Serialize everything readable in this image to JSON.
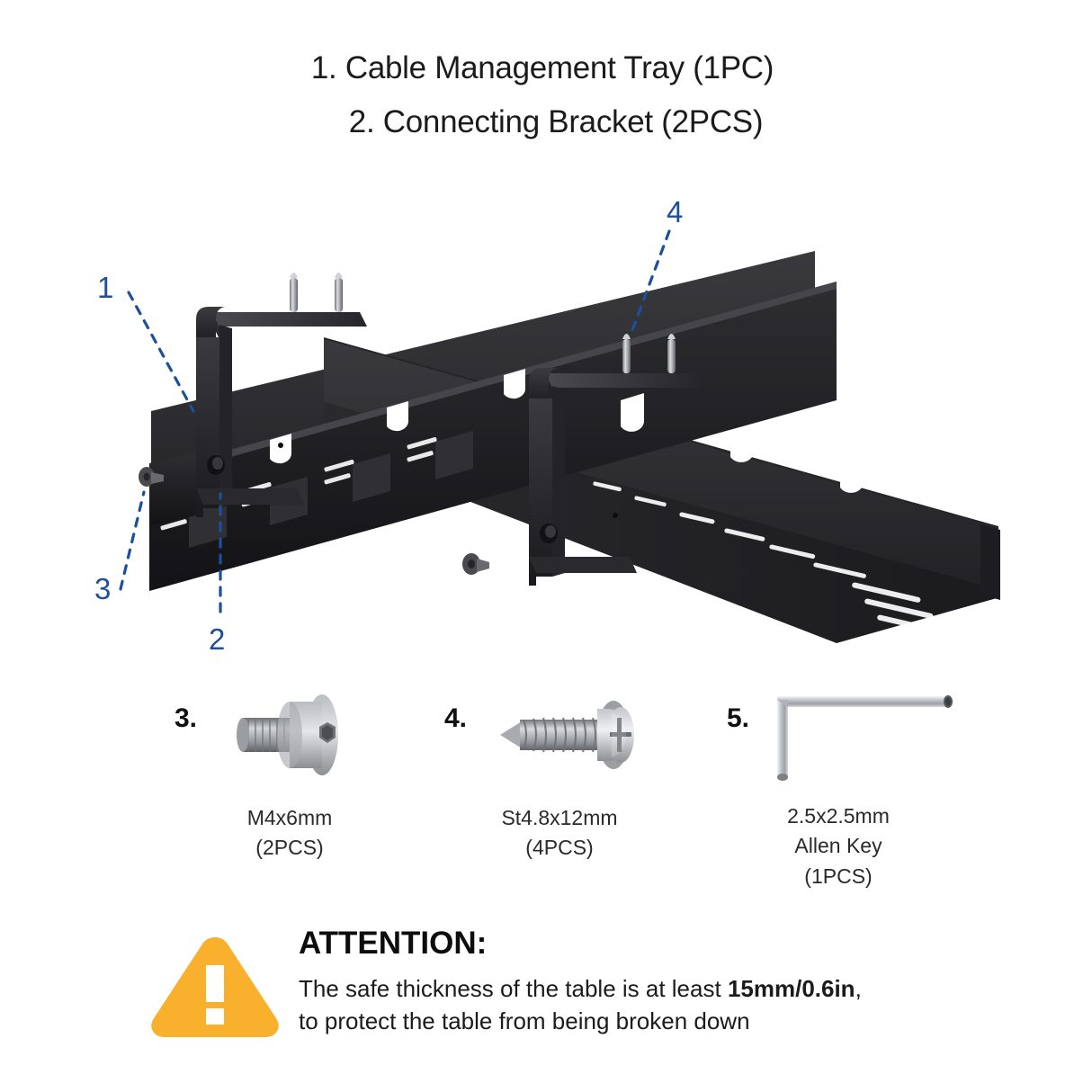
{
  "titles": {
    "line1": "1. Cable Management Tray (1PC)",
    "line2": "2. Connecting Bracket (2PCS)"
  },
  "diagram": {
    "name": "exploded-assembly-diagram",
    "callouts": [
      {
        "id": "1",
        "label": "1",
        "target": "cable-management-tray"
      },
      {
        "id": "2",
        "label": "2",
        "target": "connecting-bracket"
      },
      {
        "id": "3",
        "label": "3",
        "target": "m4x6mm-bolt"
      },
      {
        "id": "4",
        "label": "4",
        "target": "st4.8x12mm-screw"
      }
    ],
    "colors": {
      "callout_blue": "#1c4f9c",
      "metal_black": "#2b2b2d",
      "metal_black_dark": "#17171a",
      "metal_silver": "#b9bcc0"
    }
  },
  "parts": [
    {
      "index": "3.",
      "icon": "hex-socket-flat-head-bolt-icon",
      "name": "M4x6mm",
      "qty": "(2PCS)"
    },
    {
      "index": "4.",
      "icon": "phillips-pan-head-screw-icon",
      "name": "St4.8x12mm",
      "qty": "(4PCS)"
    },
    {
      "index": "5.",
      "icon": "allen-key-icon",
      "name": "2.5x2.5mm",
      "name2": "Allen Key",
      "qty": "(1PCS)"
    }
  ],
  "attention": {
    "icon": "warning-triangle-icon",
    "icon_color": "#F9B02D",
    "heading": "ATTENTION:",
    "body_part1": "The safe thickness of the table is at least ",
    "body_bold": "15mm/0.6in",
    "body_part2": ",",
    "body_line2": "to protect the table from being broken down"
  }
}
